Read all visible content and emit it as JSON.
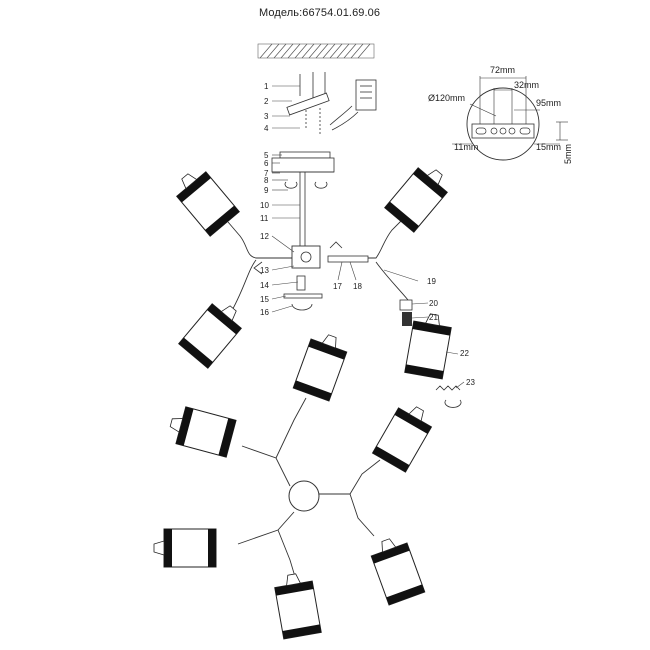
{
  "title": "Модель:66754.01.69.06",
  "callouts": [
    "1",
    "2",
    "3",
    "4",
    "5",
    "6",
    "7",
    "8",
    "9",
    "10",
    "11",
    "12",
    "13",
    "14",
    "15",
    "16",
    "17",
    "18",
    "19",
    "20",
    "21",
    "22",
    "23"
  ],
  "dimensions": {
    "diameter": "Ø120mm",
    "spacing_outer": "72mm",
    "spacing_inner": "32mm",
    "slot_span": "95mm",
    "edge_left": "11mm",
    "edge_right": "15mm",
    "thickness": "5mm"
  }
}
